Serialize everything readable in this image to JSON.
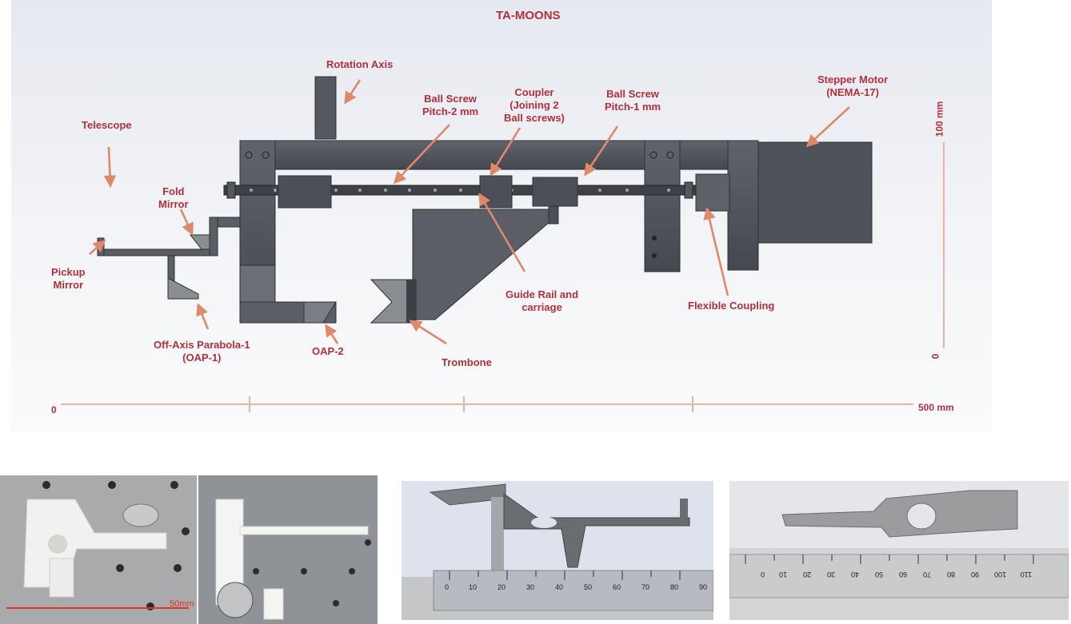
{
  "diagram": {
    "title": "TA-MOONS",
    "labels": {
      "rotation_axis": "Rotation Axis",
      "telescope": "Telescope",
      "fold_mirror": "Fold\nMirror",
      "pickup_mirror": "Pickup\nMirror",
      "oap1": "Off-Axis Parabola-1\n(OAP-1)",
      "oap2": "OAP-2",
      "trombone": "Trombone",
      "guide_rail": "Guide Rail and\ncarriage",
      "ball_screw_2": "Ball Screw\nPitch-2 mm",
      "coupler": "Coupler\n(Joining 2\nBall screws)",
      "ball_screw_1": "Ball Screw\nPitch-1 mm",
      "stepper_motor": "Stepper Motor\n(NEMA-17)",
      "flexible_coupling": "Flexible Coupling"
    },
    "scales": {
      "horizontal_start": "0",
      "horizontal_end": "500 mm",
      "vertical_start": "0",
      "vertical_end": "100 mm"
    },
    "colors": {
      "label": "#b3303a",
      "metal": "#53565d",
      "metal_dark": "#3c3f45",
      "arrow": "#e0886a"
    }
  },
  "photos": {
    "photo1_scale_label": "50mm",
    "ruler_ticks_a": [
      "0",
      "10",
      "20",
      "30",
      "40",
      "50",
      "60",
      "70",
      "80",
      "90"
    ],
    "ruler_ticks_b": [
      "110",
      "100",
      "90",
      "80",
      "70",
      "60",
      "50",
      "40",
      "30",
      "20",
      "10",
      "0"
    ]
  }
}
